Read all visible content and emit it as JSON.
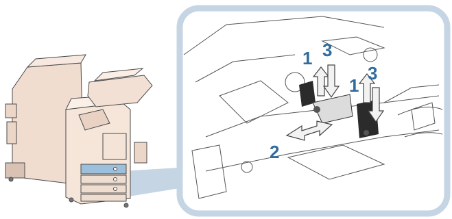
{
  "steps": [
    {
      "id": "lift-guide-1a",
      "label": "1"
    },
    {
      "id": "lift-guide-1b",
      "label": "1"
    },
    {
      "id": "slide-guide-2",
      "label": "2"
    },
    {
      "id": "lower-guide-3a",
      "label": "3"
    },
    {
      "id": "lower-guide-3b",
      "label": "3"
    }
  ],
  "colors": {
    "zoom_frame": "#c5d5e4",
    "step_text": "#2f6c9f",
    "arrow_fill": "#f2f2f2",
    "arrow_stroke": "#444444",
    "copier_body": "#f3e2d6",
    "highlight_drawer": "#9cc0dc"
  },
  "icons": [
    "copier-illustration",
    "paper-drawer-illustration",
    "lift-arrow",
    "slide-arrow",
    "lower-arrow"
  ]
}
